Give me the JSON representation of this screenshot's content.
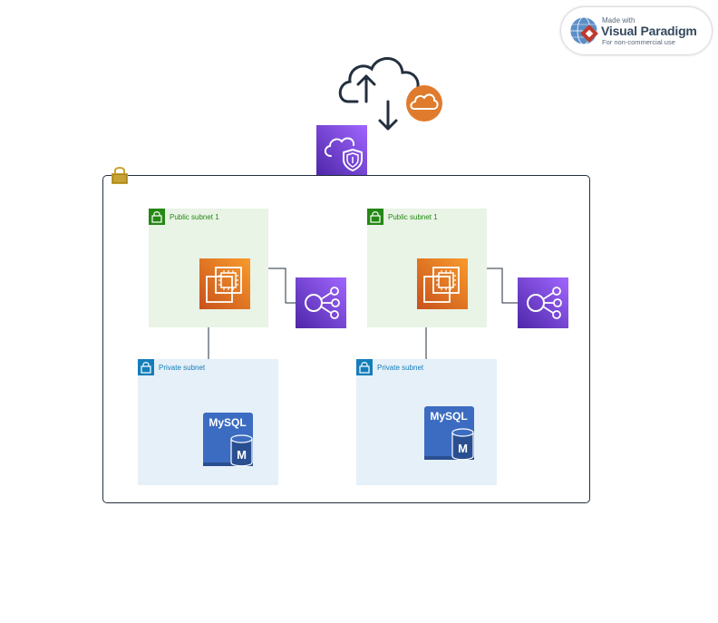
{
  "watermark": {
    "line1": "Made with",
    "brand": "Visual Paradigm",
    "line3": "For non-commercial use"
  },
  "vpc": {
    "subnets": [
      {
        "type": "public",
        "label": "Public subnet 1"
      },
      {
        "type": "public",
        "label": "Public subnet 1"
      },
      {
        "type": "private",
        "label": "Private subnet"
      },
      {
        "type": "private",
        "label": "Private subnet"
      }
    ],
    "db_label": "MySQL",
    "db_badge": "M"
  },
  "icons": {
    "internet": "cloud-upload-download-icon",
    "gateway": "internet-gateway-icon",
    "vpc_shield": "vpc-shield-icon",
    "vpc_lock": "lock-icon",
    "ec2": "ec2-instance-icon",
    "elb": "elastic-load-balancer-icon",
    "rds": "rds-mysql-icon"
  },
  "colors": {
    "public_subnet": "#e9f3e6",
    "public_text": "#248814",
    "private_subnet": "#e6f0f8",
    "private_text": "#147eba",
    "ec2": "#e07b1f",
    "elb": "#7b3fe4",
    "vpc_shield": "#6e3ad8",
    "rds": "#3b6cc1",
    "gateway": "#e07b2d",
    "border": "#232f3e",
    "lock": "#c8a233"
  }
}
